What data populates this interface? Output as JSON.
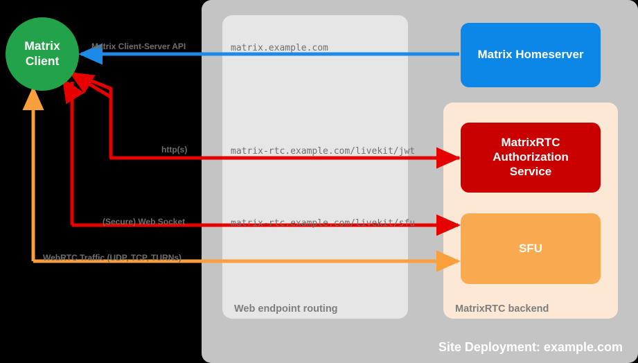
{
  "diagram": {
    "site_title": "Site Deployment: example.com"
  },
  "containers": {
    "web_routing": {
      "label": "Web endpoint routing"
    },
    "rtc_backend": {
      "label": "MatrixRTC backend"
    }
  },
  "client": {
    "line1": "Matrix",
    "line2": "Client"
  },
  "services": {
    "homeserver": {
      "label": "Matrix Homeserver",
      "color": "#0c87e8"
    },
    "authorization": {
      "line1": "MatrixRTC",
      "line2": "Authorization",
      "line3": "Service",
      "color": "#ca0000"
    },
    "sfu": {
      "label": "SFU",
      "color": "#f9a94e"
    }
  },
  "connections": [
    {
      "id": "client-server-api",
      "protocol_label": "Matrix Client-Server API",
      "endpoint": "matrix.example.com",
      "color": "#1c8ae8"
    },
    {
      "id": "jwt-auth",
      "protocol_label": "http(s)",
      "endpoint": "matrix-rtc.example.com/livekit/jwt",
      "color": "#e60000"
    },
    {
      "id": "sfu-websocket",
      "protocol_label": "(Secure) Web Socket",
      "endpoint": "matrix-rtc.example.com/livekit/sfu",
      "color": "#e60000"
    },
    {
      "id": "webrtc-media",
      "protocol_label": "WebRTC Traffic (UDP, TCP, TURNs)",
      "endpoint": "",
      "color": "#f9a03c"
    }
  ]
}
